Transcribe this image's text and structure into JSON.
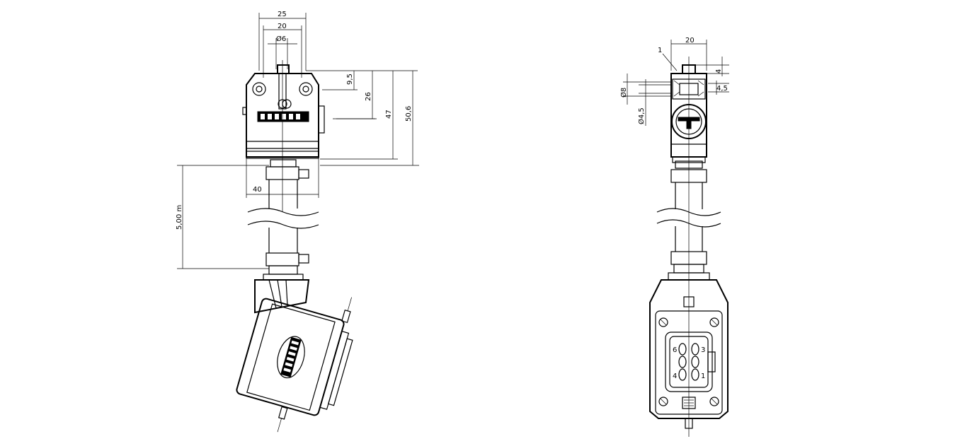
{
  "dimensions": {
    "front_w25": "25",
    "front_w20": "20",
    "front_dia6": "Ø6",
    "front_h9_5": "9,5",
    "front_h26": "26",
    "front_h47": "47",
    "front_h50_6": "50,6",
    "front_w40": "40",
    "cable_length": "5,00 m",
    "side_w20": "20",
    "side_label1": "1",
    "side_h4": "4",
    "side_h4_5": "4,5",
    "side_dia8": "Ø8",
    "side_dia4_5": "Ø4,5"
  },
  "pins": {
    "p6": "6",
    "p3": "3",
    "p4": "4",
    "p1": "1"
  }
}
